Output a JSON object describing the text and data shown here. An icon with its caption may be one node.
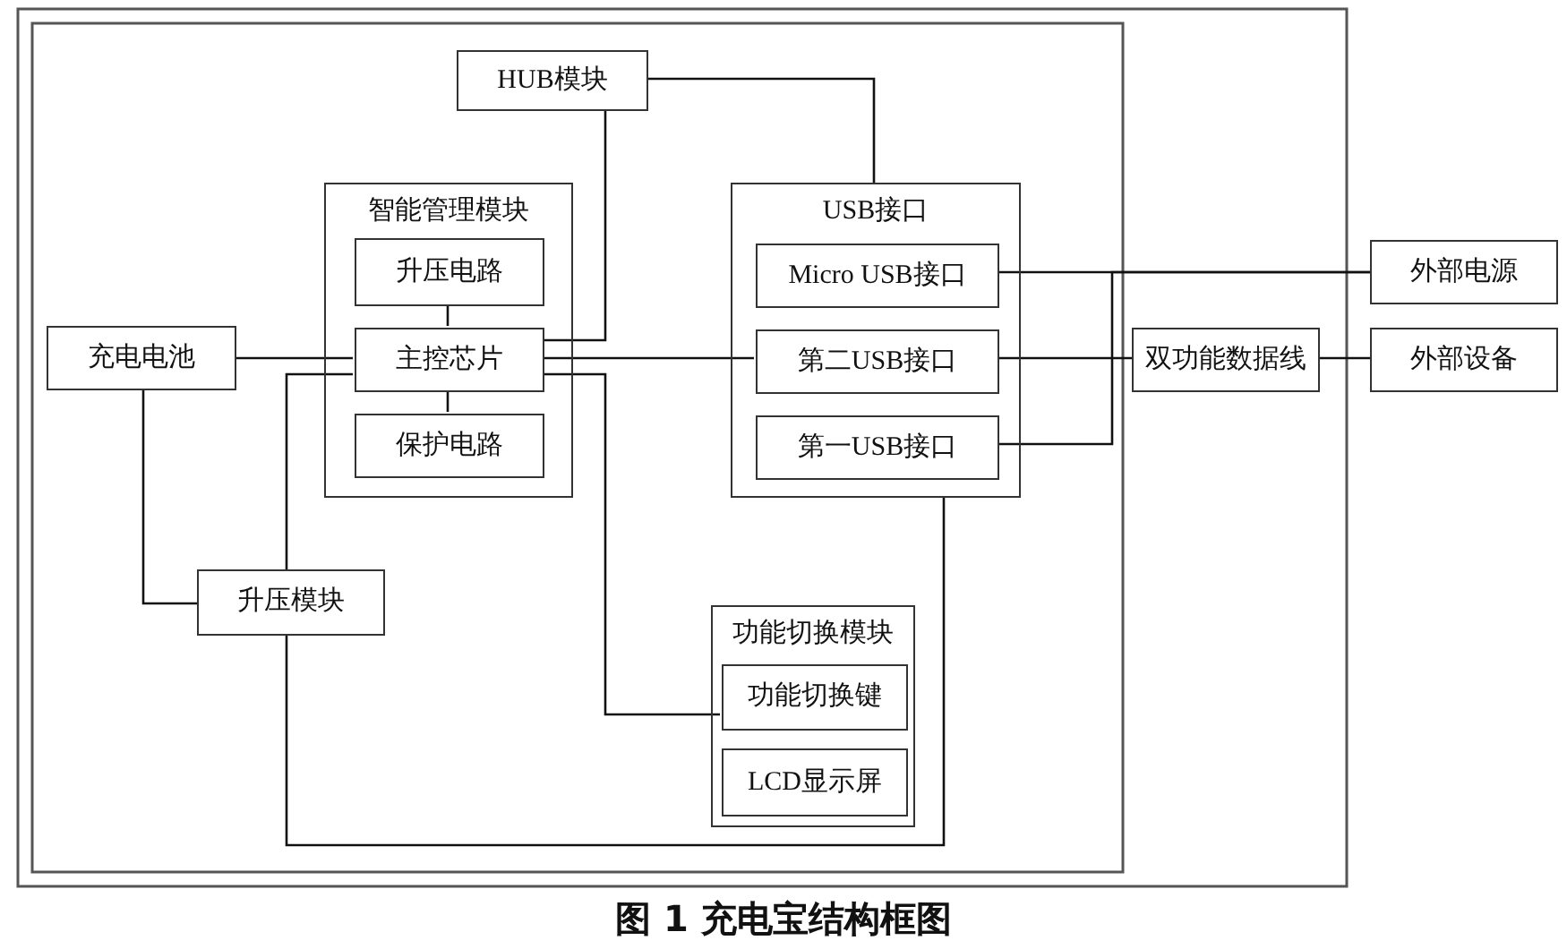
{
  "diagram": {
    "caption": "图 1 充电宝结构框图",
    "nodes": [
      {
        "text": [
          "HUB模块"
        ]
      },
      {
        "text": [
          "智能管理模块"
        ]
      },
      {
        "text": [
          "升压电路"
        ],
        "in": 1
      },
      {
        "text": [
          "主控芯片"
        ],
        "in": 1
      },
      {
        "text": [
          "保护电路"
        ],
        "in": 1
      },
      {
        "text": [
          "USB接口"
        ]
      },
      {
        "text": [
          "Micro USB接口"
        ],
        "in": 5
      },
      {
        "text": [
          "第二USB接口"
        ],
        "in": 5
      },
      {
        "text": [
          "第一USB接口"
        ],
        "in": 5
      },
      {
        "text": [
          "充电电池"
        ]
      },
      {
        "text": [
          "升压模块"
        ]
      },
      {
        "text": [
          "功能切换模块"
        ]
      },
      {
        "text": [
          "功能切换键"
        ],
        "in": 11
      },
      {
        "text": [
          "LCD显示屏"
        ],
        "in": 11
      },
      {
        "text": [
          "双功能数据线"
        ]
      },
      {
        "text": [
          "外部电源"
        ]
      },
      {
        "text": [
          "外部设备"
        ]
      }
    ],
    "edges": [
      {
        "from": 3,
        "to": 0,
        "arrow": "none"
      },
      {
        "from": 0,
        "to": 5,
        "arrow": "none"
      },
      {
        "from": 2,
        "to": 3,
        "arrow": "none"
      },
      {
        "from": 3,
        "to": 4,
        "arrow": "none"
      },
      {
        "from": 9,
        "to": 3,
        "arrow": "none"
      },
      {
        "from": 3,
        "to": 7,
        "arrow": "none"
      },
      {
        "from": 9,
        "to": 10,
        "arrow": "none"
      },
      {
        "from": 10,
        "to": 3,
        "arrow": "none"
      },
      {
        "from": 10,
        "to": 5,
        "arrow": "none"
      },
      {
        "from": 3,
        "to": 12,
        "arrow": "none"
      },
      {
        "from": 6,
        "to": 15,
        "arrow": "none"
      },
      {
        "from": 8,
        "to": 15,
        "arrow": "none"
      },
      {
        "from": 7,
        "to": 14,
        "arrow": "none"
      },
      {
        "from": 14,
        "to": 16,
        "arrow": "none"
      }
    ]
  }
}
